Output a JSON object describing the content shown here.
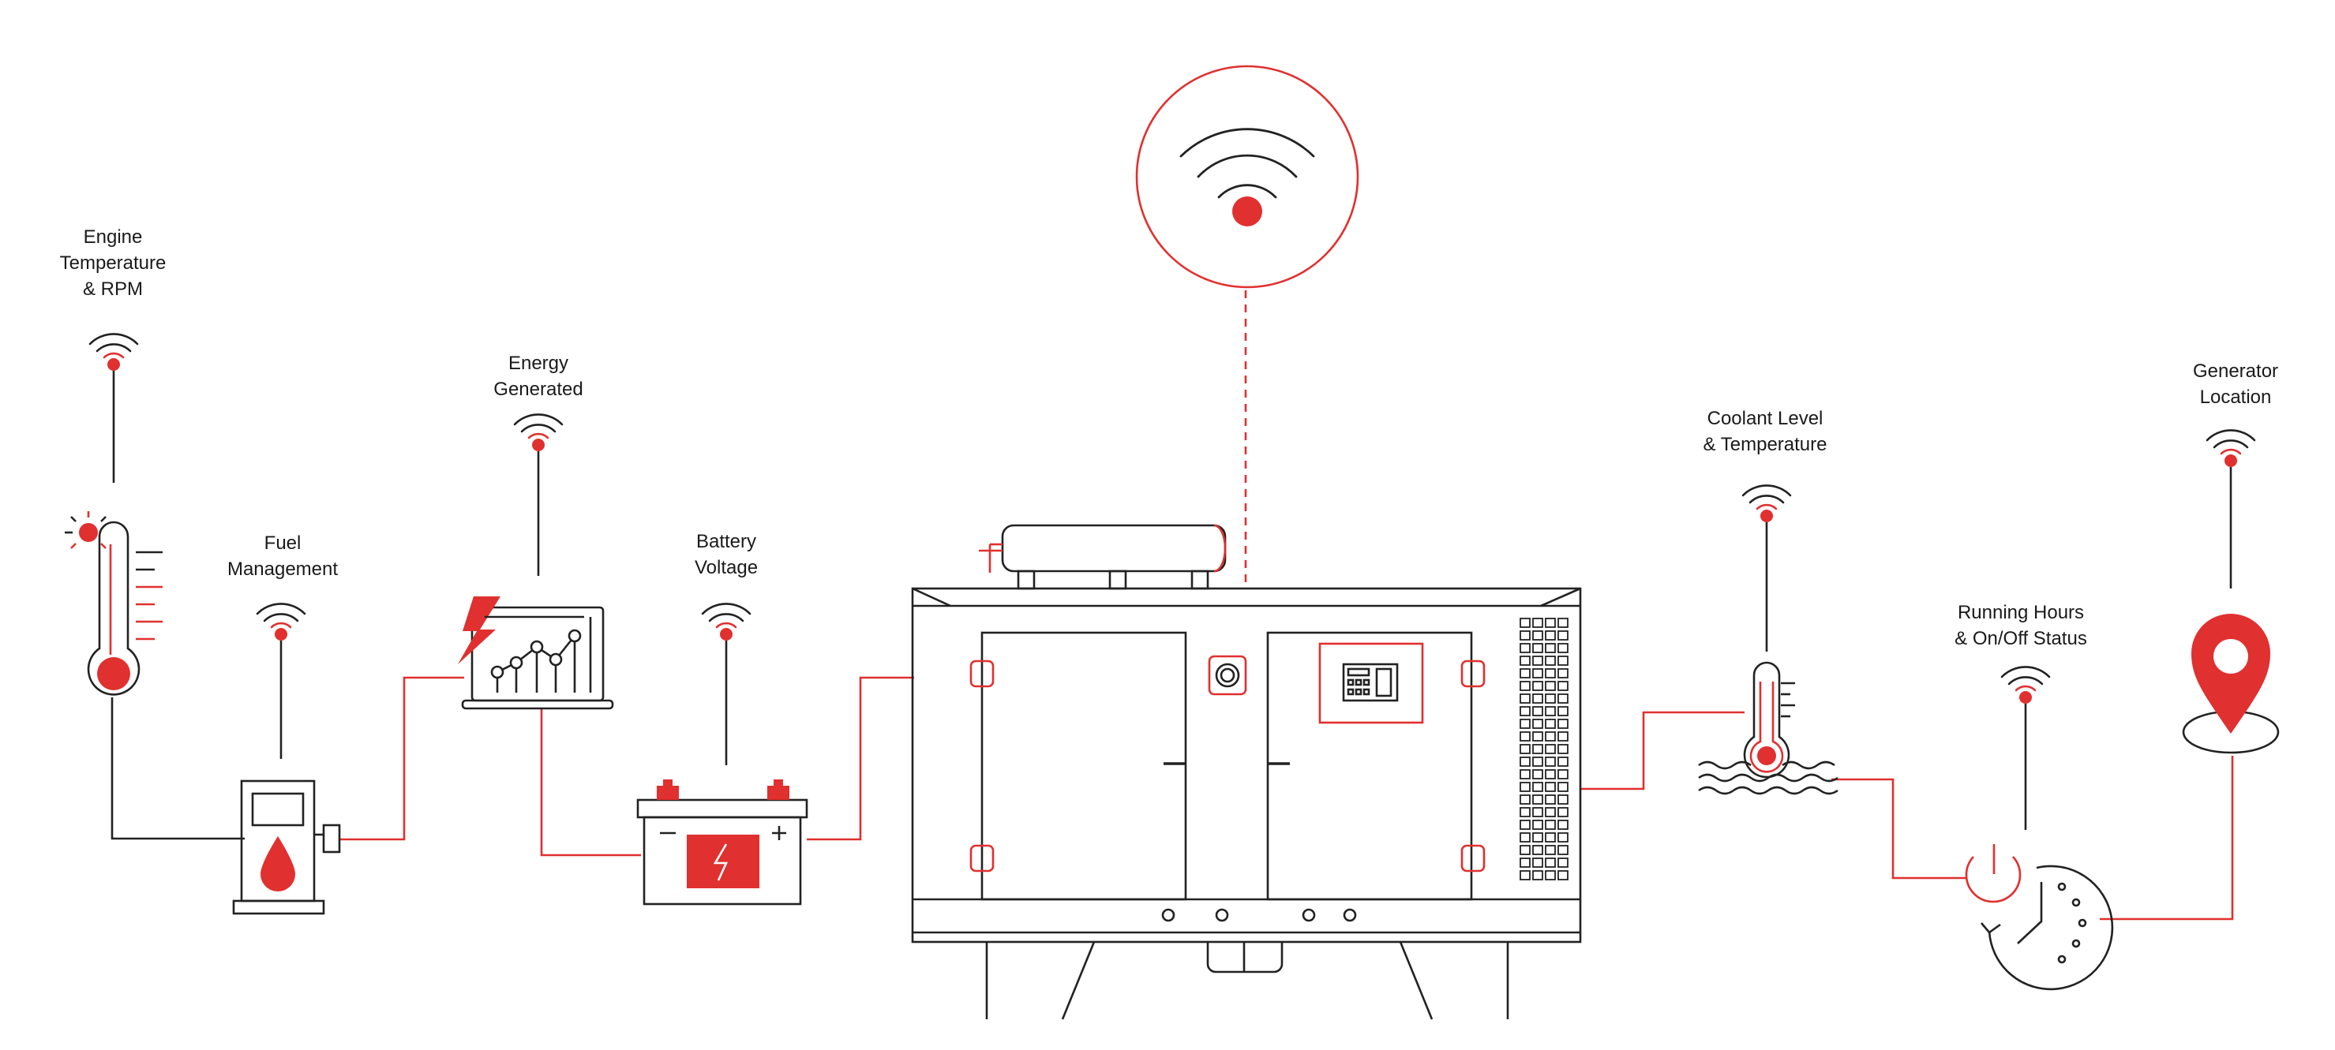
{
  "colors": {
    "accent": "#e0302f",
    "stroke": "#222222",
    "background": "#ffffff"
  },
  "sensors": [
    {
      "id": "engine",
      "lines": [
        "Engine",
        "Temperature",
        "& RPM"
      ],
      "icon": "thermometer-icon"
    },
    {
      "id": "fuel",
      "lines": [
        "Fuel",
        "Management"
      ],
      "icon": "fuel-pump-icon"
    },
    {
      "id": "energy",
      "lines": [
        "Energy",
        "Generated"
      ],
      "icon": "laptop-chart-icon"
    },
    {
      "id": "battery",
      "lines": [
        "Battery",
        "Voltage"
      ],
      "icon": "battery-icon"
    },
    {
      "id": "coolant",
      "lines": [
        "Coolant Level",
        "& Temperature"
      ],
      "icon": "coolant-thermometer-icon"
    },
    {
      "id": "running",
      "lines": [
        "Running Hours",
        "& On/Off Status"
      ],
      "icon": "power-clock-icon"
    },
    {
      "id": "location",
      "lines": [
        "Generator",
        "Location"
      ],
      "icon": "location-pin-icon"
    }
  ],
  "hub": {
    "icon": "wireless-signal-icon"
  },
  "generator": {
    "icon": "generator-icon"
  }
}
